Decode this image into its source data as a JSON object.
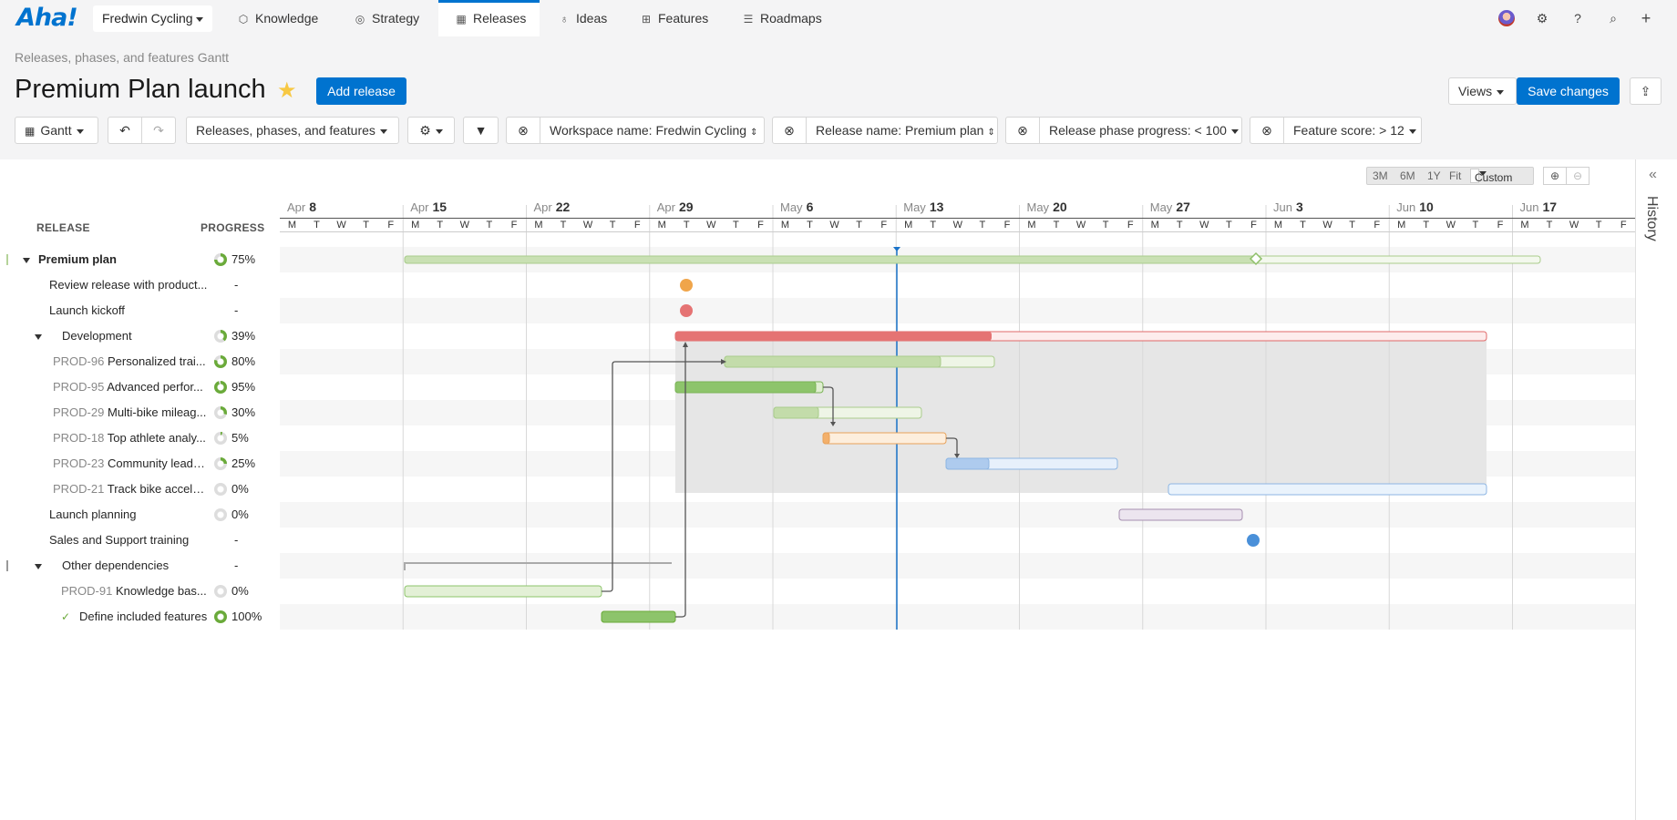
{
  "nav": {
    "logo": "Aha!",
    "workspace": "Fredwin Cycling",
    "tabs": [
      {
        "label": "Knowledge",
        "icon": "knowledge-icon"
      },
      {
        "label": "Strategy",
        "icon": "strategy-icon"
      },
      {
        "label": "Releases",
        "icon": "releases-icon",
        "active": true
      },
      {
        "label": "Ideas",
        "icon": "ideas-icon"
      },
      {
        "label": "Features",
        "icon": "features-icon"
      },
      {
        "label": "Roadmaps",
        "icon": "roadmaps-icon"
      }
    ]
  },
  "page": {
    "subtitle": "Releases, phases, and features Gantt",
    "title": "Premium Plan launch",
    "add_release": "Add release",
    "views": "Views",
    "save_changes": "Save changes"
  },
  "toolbar": {
    "view": "Gantt",
    "record_type": "Releases, phases, and features",
    "filters": [
      "Workspace name: Fredwin Cycling",
      "Release name: Premium plan",
      "Release phase progress: < 100",
      "Feature score: > 12"
    ]
  },
  "columns": {
    "release": "RELEASE",
    "progress": "PROGRESS"
  },
  "zoom": {
    "options": [
      "3M",
      "6M",
      "1Y",
      "Fit"
    ],
    "selected": "Custom"
  },
  "weeks": [
    {
      "month": "Apr",
      "day": "8"
    },
    {
      "month": "Apr",
      "day": "15"
    },
    {
      "month": "Apr",
      "day": "22"
    },
    {
      "month": "Apr",
      "day": "29"
    },
    {
      "month": "May",
      "day": "6"
    },
    {
      "month": "May",
      "day": "13"
    },
    {
      "month": "May",
      "day": "20"
    },
    {
      "month": "May",
      "day": "27"
    },
    {
      "month": "Jun",
      "day": "3"
    },
    {
      "month": "Jun",
      "day": "10"
    },
    {
      "month": "Jun",
      "day": "17"
    }
  ],
  "weekday_letters": [
    "M",
    "T",
    "W",
    "T",
    "F"
  ],
  "rows": [
    {
      "key": "",
      "name": "Premium plan",
      "progress": "75%",
      "pct": 75,
      "level": 0,
      "bold": true,
      "expand": true,
      "mark": "#b5d39a"
    },
    {
      "key": "",
      "name": "Review release with product...",
      "progress": "-",
      "level": 1
    },
    {
      "key": "",
      "name": "Launch kickoff",
      "progress": "-",
      "level": 1
    },
    {
      "key": "",
      "name": "Development",
      "progress": "39%",
      "pct": 39,
      "level": 1,
      "expand": true
    },
    {
      "key": "PROD-96",
      "name": "Personalized trai...",
      "progress": "80%",
      "pct": 80,
      "level": 2
    },
    {
      "key": "PROD-95",
      "name": "Advanced perfor...",
      "progress": "95%",
      "pct": 95,
      "level": 2
    },
    {
      "key": "PROD-29",
      "name": "Multi-bike mileag...",
      "progress": "30%",
      "pct": 30,
      "level": 2
    },
    {
      "key": "PROD-18",
      "name": "Top athlete analy...",
      "progress": "5%",
      "pct": 5,
      "level": 2
    },
    {
      "key": "PROD-23",
      "name": "Community leade...",
      "progress": "25%",
      "pct": 25,
      "level": 2
    },
    {
      "key": "PROD-21",
      "name": "Track bike accele...",
      "progress": "0%",
      "pct": 0,
      "level": 2
    },
    {
      "key": "",
      "name": "Launch planning",
      "progress": "0%",
      "pct": 0,
      "level": 1
    },
    {
      "key": "",
      "name": "Sales and Support training",
      "progress": "-",
      "level": 1
    },
    {
      "key": "",
      "name": "Other dependencies",
      "progress": "-",
      "level": 1,
      "expand": true,
      "mark": "#999"
    },
    {
      "key": "PROD-91",
      "name": "Knowledge bas...",
      "progress": "0%",
      "pct": 0,
      "level": 3
    },
    {
      "key": "",
      "name": "Define included features",
      "progress": "100%",
      "pct": 100,
      "level": 3,
      "check": true
    }
  ],
  "history": "History"
}
